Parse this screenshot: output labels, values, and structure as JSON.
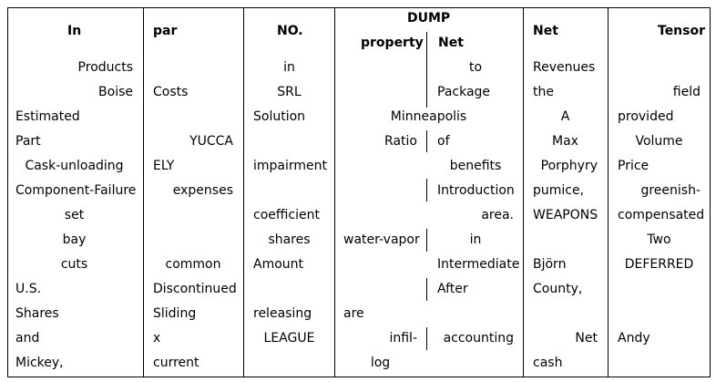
{
  "header": {
    "col1": "In",
    "col2": "par",
    "col3": "NO.",
    "dump_title": "DUMP",
    "dump_sub1": "property",
    "dump_sub2": "Net",
    "col5": "Net",
    "col6": "Tensor"
  },
  "cells": [
    {
      "col": 1,
      "row": 0,
      "align": "right",
      "text": "Products"
    },
    {
      "col": 3,
      "row": 0,
      "align": "center",
      "text": "in"
    },
    {
      "col": "4b",
      "row": 0,
      "align": "center",
      "text": "to"
    },
    {
      "col": 5,
      "row": 0,
      "align": "left",
      "text": "Revenues"
    },
    {
      "col": 1,
      "row": 1,
      "align": "right",
      "text": "Boise"
    },
    {
      "col": 2,
      "row": 1,
      "align": "left",
      "text": "Costs"
    },
    {
      "col": 3,
      "row": 1,
      "align": "center",
      "text": "SRL"
    },
    {
      "col": "4b",
      "row": 1,
      "align": "left",
      "text": "Package"
    },
    {
      "col": 5,
      "row": 1,
      "align": "left",
      "text": "the"
    },
    {
      "col": 6,
      "row": 1,
      "align": "right",
      "text": "field"
    },
    {
      "col": 1,
      "row": 2,
      "align": "left",
      "text": "Estimated"
    },
    {
      "col": 3,
      "row": 2,
      "align": "left",
      "text": "Solution"
    },
    {
      "col": 4,
      "row": 2,
      "align": "center",
      "text": "Minneapolis"
    },
    {
      "col": 5,
      "row": 2,
      "align": "center",
      "text": "A"
    },
    {
      "col": 6,
      "row": 2,
      "align": "left",
      "text": "provided"
    },
    {
      "col": 1,
      "row": 3,
      "align": "left",
      "text": "Part"
    },
    {
      "col": 2,
      "row": 3,
      "align": "right",
      "text": "YUCCA"
    },
    {
      "col": "4a",
      "row": 3,
      "align": "right",
      "text": "Ratio"
    },
    {
      "col": "4b",
      "row": 3,
      "align": "left",
      "text": "of"
    },
    {
      "col": 5,
      "row": 3,
      "align": "center",
      "text": "Max"
    },
    {
      "col": 6,
      "row": 3,
      "align": "center",
      "text": "Volume"
    },
    {
      "col": 1,
      "row": 4,
      "align": "center",
      "text": "Cask-unloading"
    },
    {
      "col": 2,
      "row": 4,
      "align": "left",
      "text": "ELY"
    },
    {
      "col": 3,
      "row": 4,
      "align": "left",
      "text": "impairment"
    },
    {
      "col": "4b",
      "row": 4,
      "align": "center",
      "text": "benefits"
    },
    {
      "col": 5,
      "row": 4,
      "align": "right",
      "text": "Porphyry"
    },
    {
      "col": 6,
      "row": 4,
      "align": "left",
      "text": "Price"
    },
    {
      "col": 1,
      "row": 5,
      "align": "left",
      "text": "Component-Failure"
    },
    {
      "col": 2,
      "row": 5,
      "align": "right",
      "text": "expenses"
    },
    {
      "col": "4b",
      "row": 5,
      "align": "left",
      "text": "Introduction"
    },
    {
      "col": 5,
      "row": 5,
      "align": "left",
      "text": "pumice,"
    },
    {
      "col": 6,
      "row": 5,
      "align": "right",
      "text": "greenish-"
    },
    {
      "col": 1,
      "row": 6,
      "align": "center",
      "text": "set"
    },
    {
      "col": 3,
      "row": 6,
      "align": "left",
      "text": "coefficient"
    },
    {
      "col": "4b",
      "row": 6,
      "align": "right",
      "text": "area."
    },
    {
      "col": 5,
      "row": 6,
      "align": "left",
      "text": "WEAPONS"
    },
    {
      "col": 6,
      "row": 6,
      "align": "right",
      "text": "compensated"
    },
    {
      "col": 1,
      "row": 7,
      "align": "center",
      "text": "bay"
    },
    {
      "col": 3,
      "row": 7,
      "align": "center",
      "text": "shares"
    },
    {
      "col": "4a",
      "row": 7,
      "align": "left",
      "text": "water-vapor"
    },
    {
      "col": "4b",
      "row": 7,
      "align": "center",
      "text": "in"
    },
    {
      "col": 6,
      "row": 7,
      "align": "center",
      "text": "Two"
    },
    {
      "col": 1,
      "row": 8,
      "align": "center",
      "text": "cuts"
    },
    {
      "col": 2,
      "row": 8,
      "align": "center",
      "text": "common"
    },
    {
      "col": 3,
      "row": 8,
      "align": "left",
      "text": "Amount"
    },
    {
      "col": "4b",
      "row": 8,
      "align": "left",
      "text": "Intermediate"
    },
    {
      "col": 5,
      "row": 8,
      "align": "left",
      "text": "Björn"
    },
    {
      "col": 6,
      "row": 8,
      "align": "center",
      "text": "DEFERRED"
    },
    {
      "col": 1,
      "row": 9,
      "align": "left",
      "text": "U.S."
    },
    {
      "col": 2,
      "row": 9,
      "align": "left",
      "text": "Discontinued"
    },
    {
      "col": "4b",
      "row": 9,
      "align": "left",
      "text": "After"
    },
    {
      "col": 5,
      "row": 9,
      "align": "left",
      "text": "County,"
    },
    {
      "col": 1,
      "row": 10,
      "align": "left",
      "text": "Shares"
    },
    {
      "col": 2,
      "row": 10,
      "align": "left",
      "text": "Sliding"
    },
    {
      "col": 3,
      "row": 10,
      "align": "left",
      "text": "releasing"
    },
    {
      "col": "4a",
      "row": 10,
      "align": "left",
      "text": "are"
    },
    {
      "col": 1,
      "row": 11,
      "align": "left",
      "text": "and"
    },
    {
      "col": 2,
      "row": 11,
      "align": "left",
      "text": "x"
    },
    {
      "col": 3,
      "row": 11,
      "align": "center",
      "text": "LEAGUE"
    },
    {
      "col": "4a",
      "row": 11,
      "align": "right",
      "text": "infil-"
    },
    {
      "col": "4b",
      "row": 11,
      "align": "right",
      "text": "accounting"
    },
    {
      "col": 5,
      "row": 11,
      "align": "right",
      "text": "Net"
    },
    {
      "col": 6,
      "row": 11,
      "align": "left",
      "text": "Andy"
    },
    {
      "col": 1,
      "row": 12,
      "align": "left",
      "text": "Mickey,"
    },
    {
      "col": 2,
      "row": 12,
      "align": "left",
      "text": "current"
    },
    {
      "col": "4a",
      "row": 12,
      "align": "center",
      "text": "log"
    },
    {
      "col": 5,
      "row": 12,
      "align": "left",
      "text": "cash"
    }
  ]
}
